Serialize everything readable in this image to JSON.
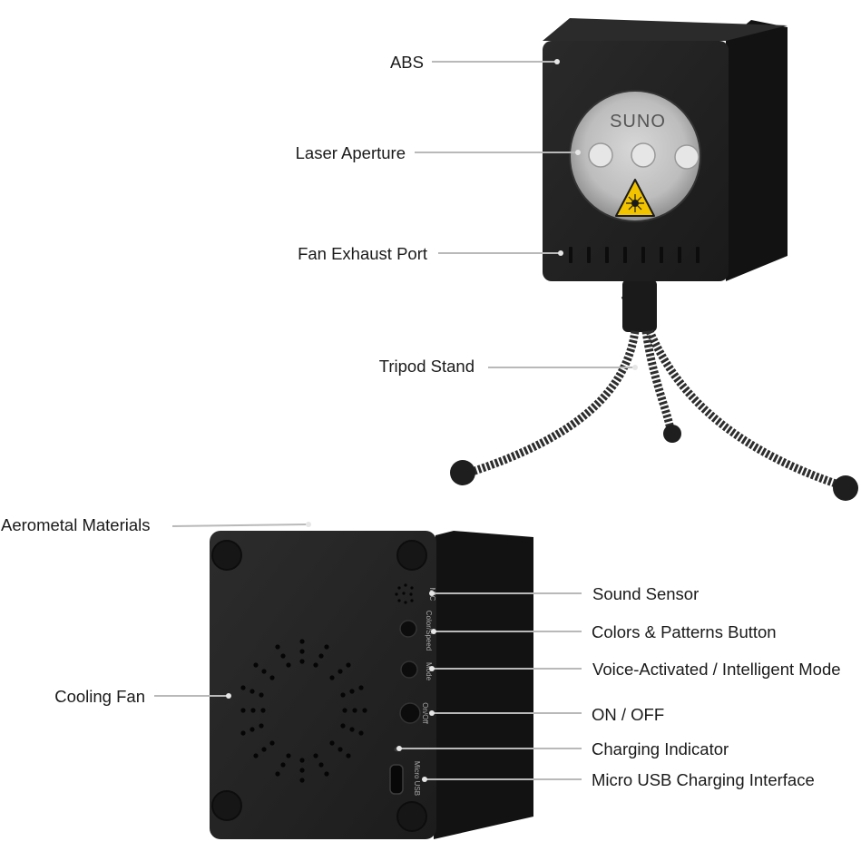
{
  "device": {
    "brand_logo": "SUNO",
    "button_labels": {
      "mic": "MIC",
      "color_speed": "Color/Speed",
      "mode": "Mode",
      "on_off": "On/Off",
      "micro_usb": "Micro USB"
    }
  },
  "callouts": {
    "abs": "ABS",
    "laser_aperture": "Laser Aperture",
    "fan_exhaust_port": "Fan Exhaust Port",
    "tripod_stand": "Tripod Stand",
    "aerometal_materials": "Aerometal Materials",
    "cooling_fan": "Cooling Fan",
    "sound_sensor": "Sound Sensor",
    "colors_patterns_button": "Colors & Patterns Button",
    "voice_activated_mode": "Voice-Activated / Intelligent Mode",
    "on_off": "ON / OFF",
    "charging_indicator": "Charging Indicator",
    "micro_usb_interface": "Micro USB Charging Interface"
  },
  "colors": {
    "body": "#1e1e1e",
    "body_side": "#141414",
    "leader_line": "#b9b9b9",
    "warning_yellow": "#f2c400"
  }
}
